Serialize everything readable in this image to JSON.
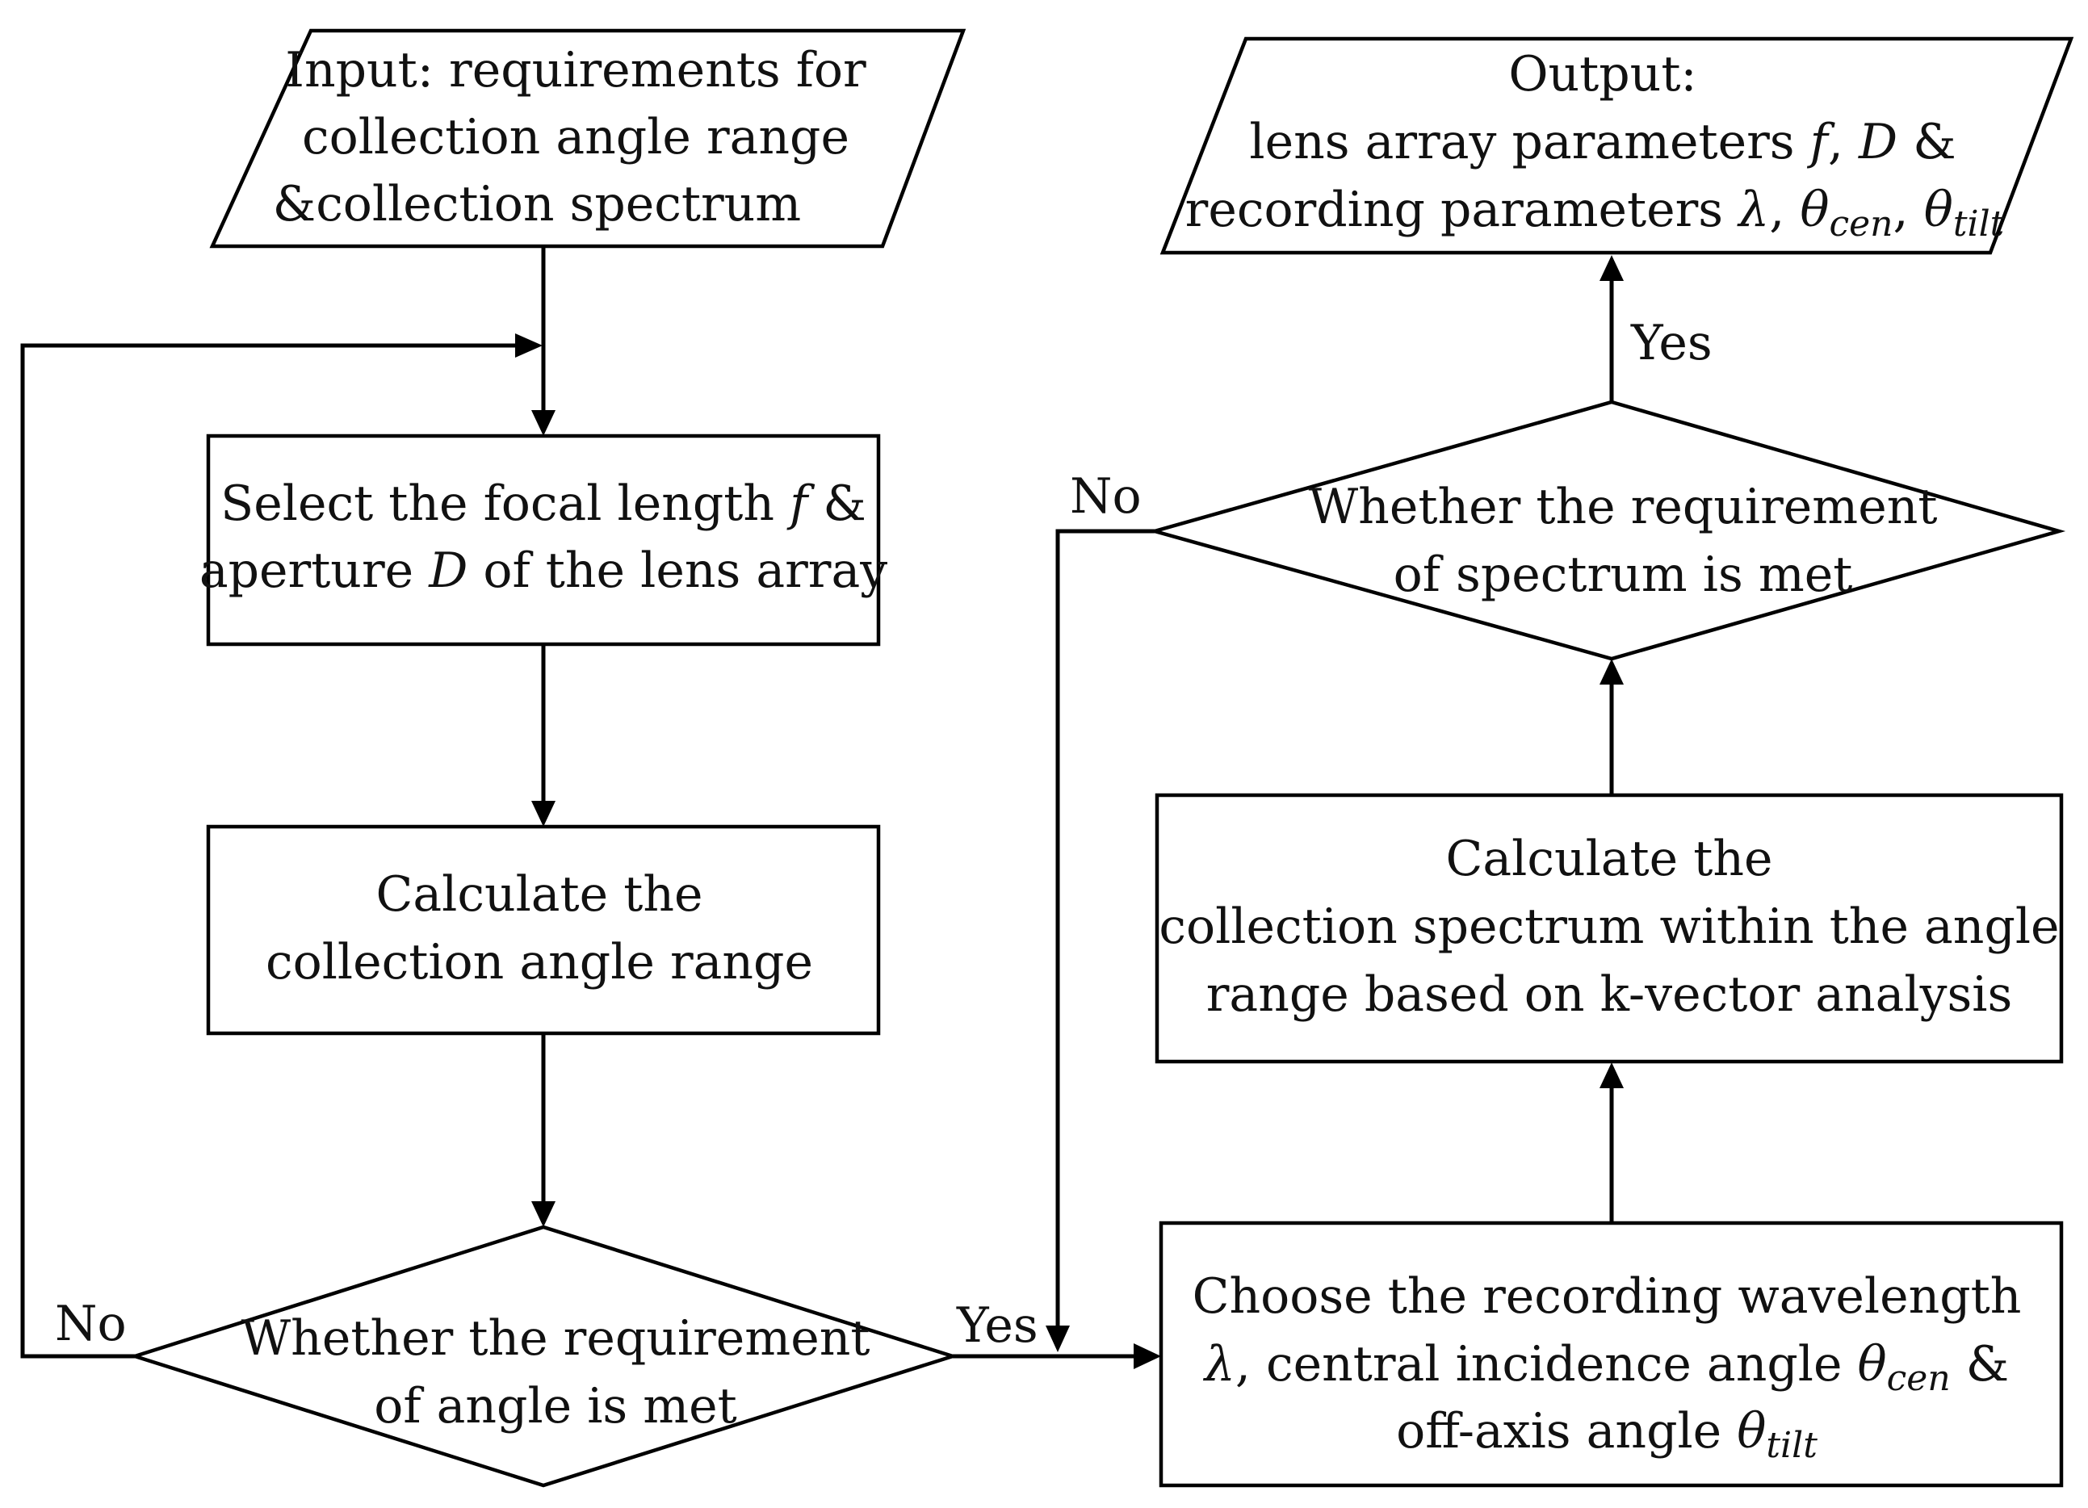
{
  "nodes": {
    "input": {
      "lines": [
        "Input: requirements for",
        "collection angle range",
        "&collection spectrum"
      ]
    },
    "select": {
      "line1": {
        "text": "Select the focal length ",
        "var": "f",
        "tail": " &"
      },
      "line2": {
        "text": "aperture ",
        "var": "D",
        "tail": " of the lens array"
      }
    },
    "calc_angle": {
      "lines": [
        "Calculate the",
        "collection angle range"
      ]
    },
    "decision_angle": {
      "lines": [
        "Whether the requirement",
        "of angle is met"
      ]
    },
    "choose": {
      "line1": "Choose the recording wavelength",
      "line2": {
        "sym": "λ",
        "text": ", central incidence angle ",
        "theta": "θ",
        "sub": "cen",
        "tail": " &"
      },
      "line3": {
        "text": "off-axis angle ",
        "theta": "θ",
        "sub": "tilt"
      }
    },
    "calc_spectrum": {
      "lines": [
        "Calculate the",
        "collection spectrum within the angle",
        "range based on k-vector analysis"
      ]
    },
    "decision_spectrum": {
      "lines": [
        "Whether the requirement",
        "of spectrum is met"
      ]
    },
    "output": {
      "line1": "Output:",
      "line2": {
        "text": "lens array parameters ",
        "f": "f",
        "sep": ", ",
        "D": "D",
        "tail": " &"
      },
      "line3": {
        "text": "recording parameters ",
        "lambda": "λ",
        "sep1": ", ",
        "theta1": "θ",
        "sub1": "cen",
        "sep2": ", ",
        "theta2": "θ",
        "sub2": "tilt"
      }
    }
  },
  "edge_labels": {
    "angle_no": "No",
    "angle_yes": "Yes",
    "spectrum_no": "No",
    "spectrum_yes": "Yes"
  }
}
